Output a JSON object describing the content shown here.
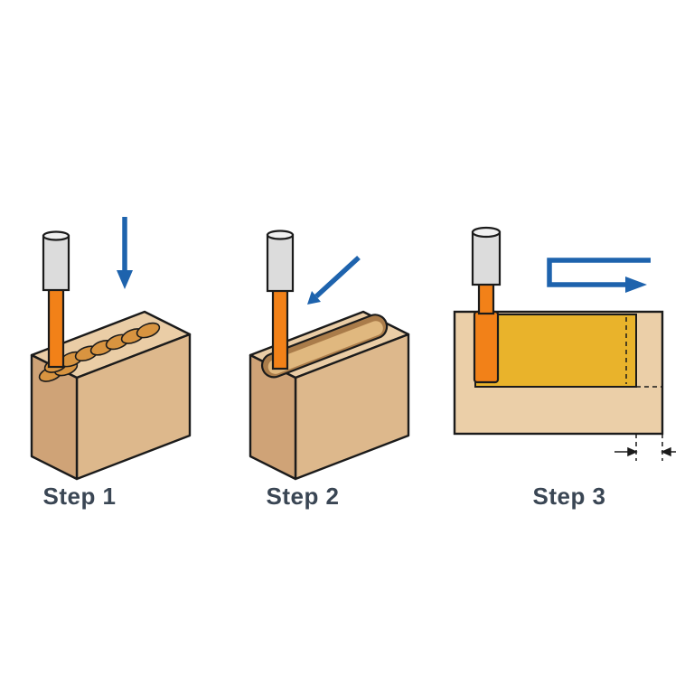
{
  "figure": {
    "background": "#ffffff",
    "steps": [
      {
        "label": "Step 1"
      },
      {
        "label": "Step 2"
      },
      {
        "label": "Step 3"
      }
    ],
    "colors": {
      "wood_top": "#EACDA6",
      "wood_front": "#DDB88C",
      "wood_side": "#CFA377",
      "wood_section": "#EBCFA8",
      "hole": "#D89440",
      "slot_wall": "#AA7C4A",
      "slot_bottom": "#E0B87F",
      "cut_area": "#E9B32B",
      "bit_shank": "#F28118",
      "bit_collet": "#DCDCDC",
      "bit_collet_top": "#F0F0F0",
      "arrow": "#1E63AD",
      "outline": "#1b1b1b",
      "label_text": "#3A4654"
    }
  }
}
